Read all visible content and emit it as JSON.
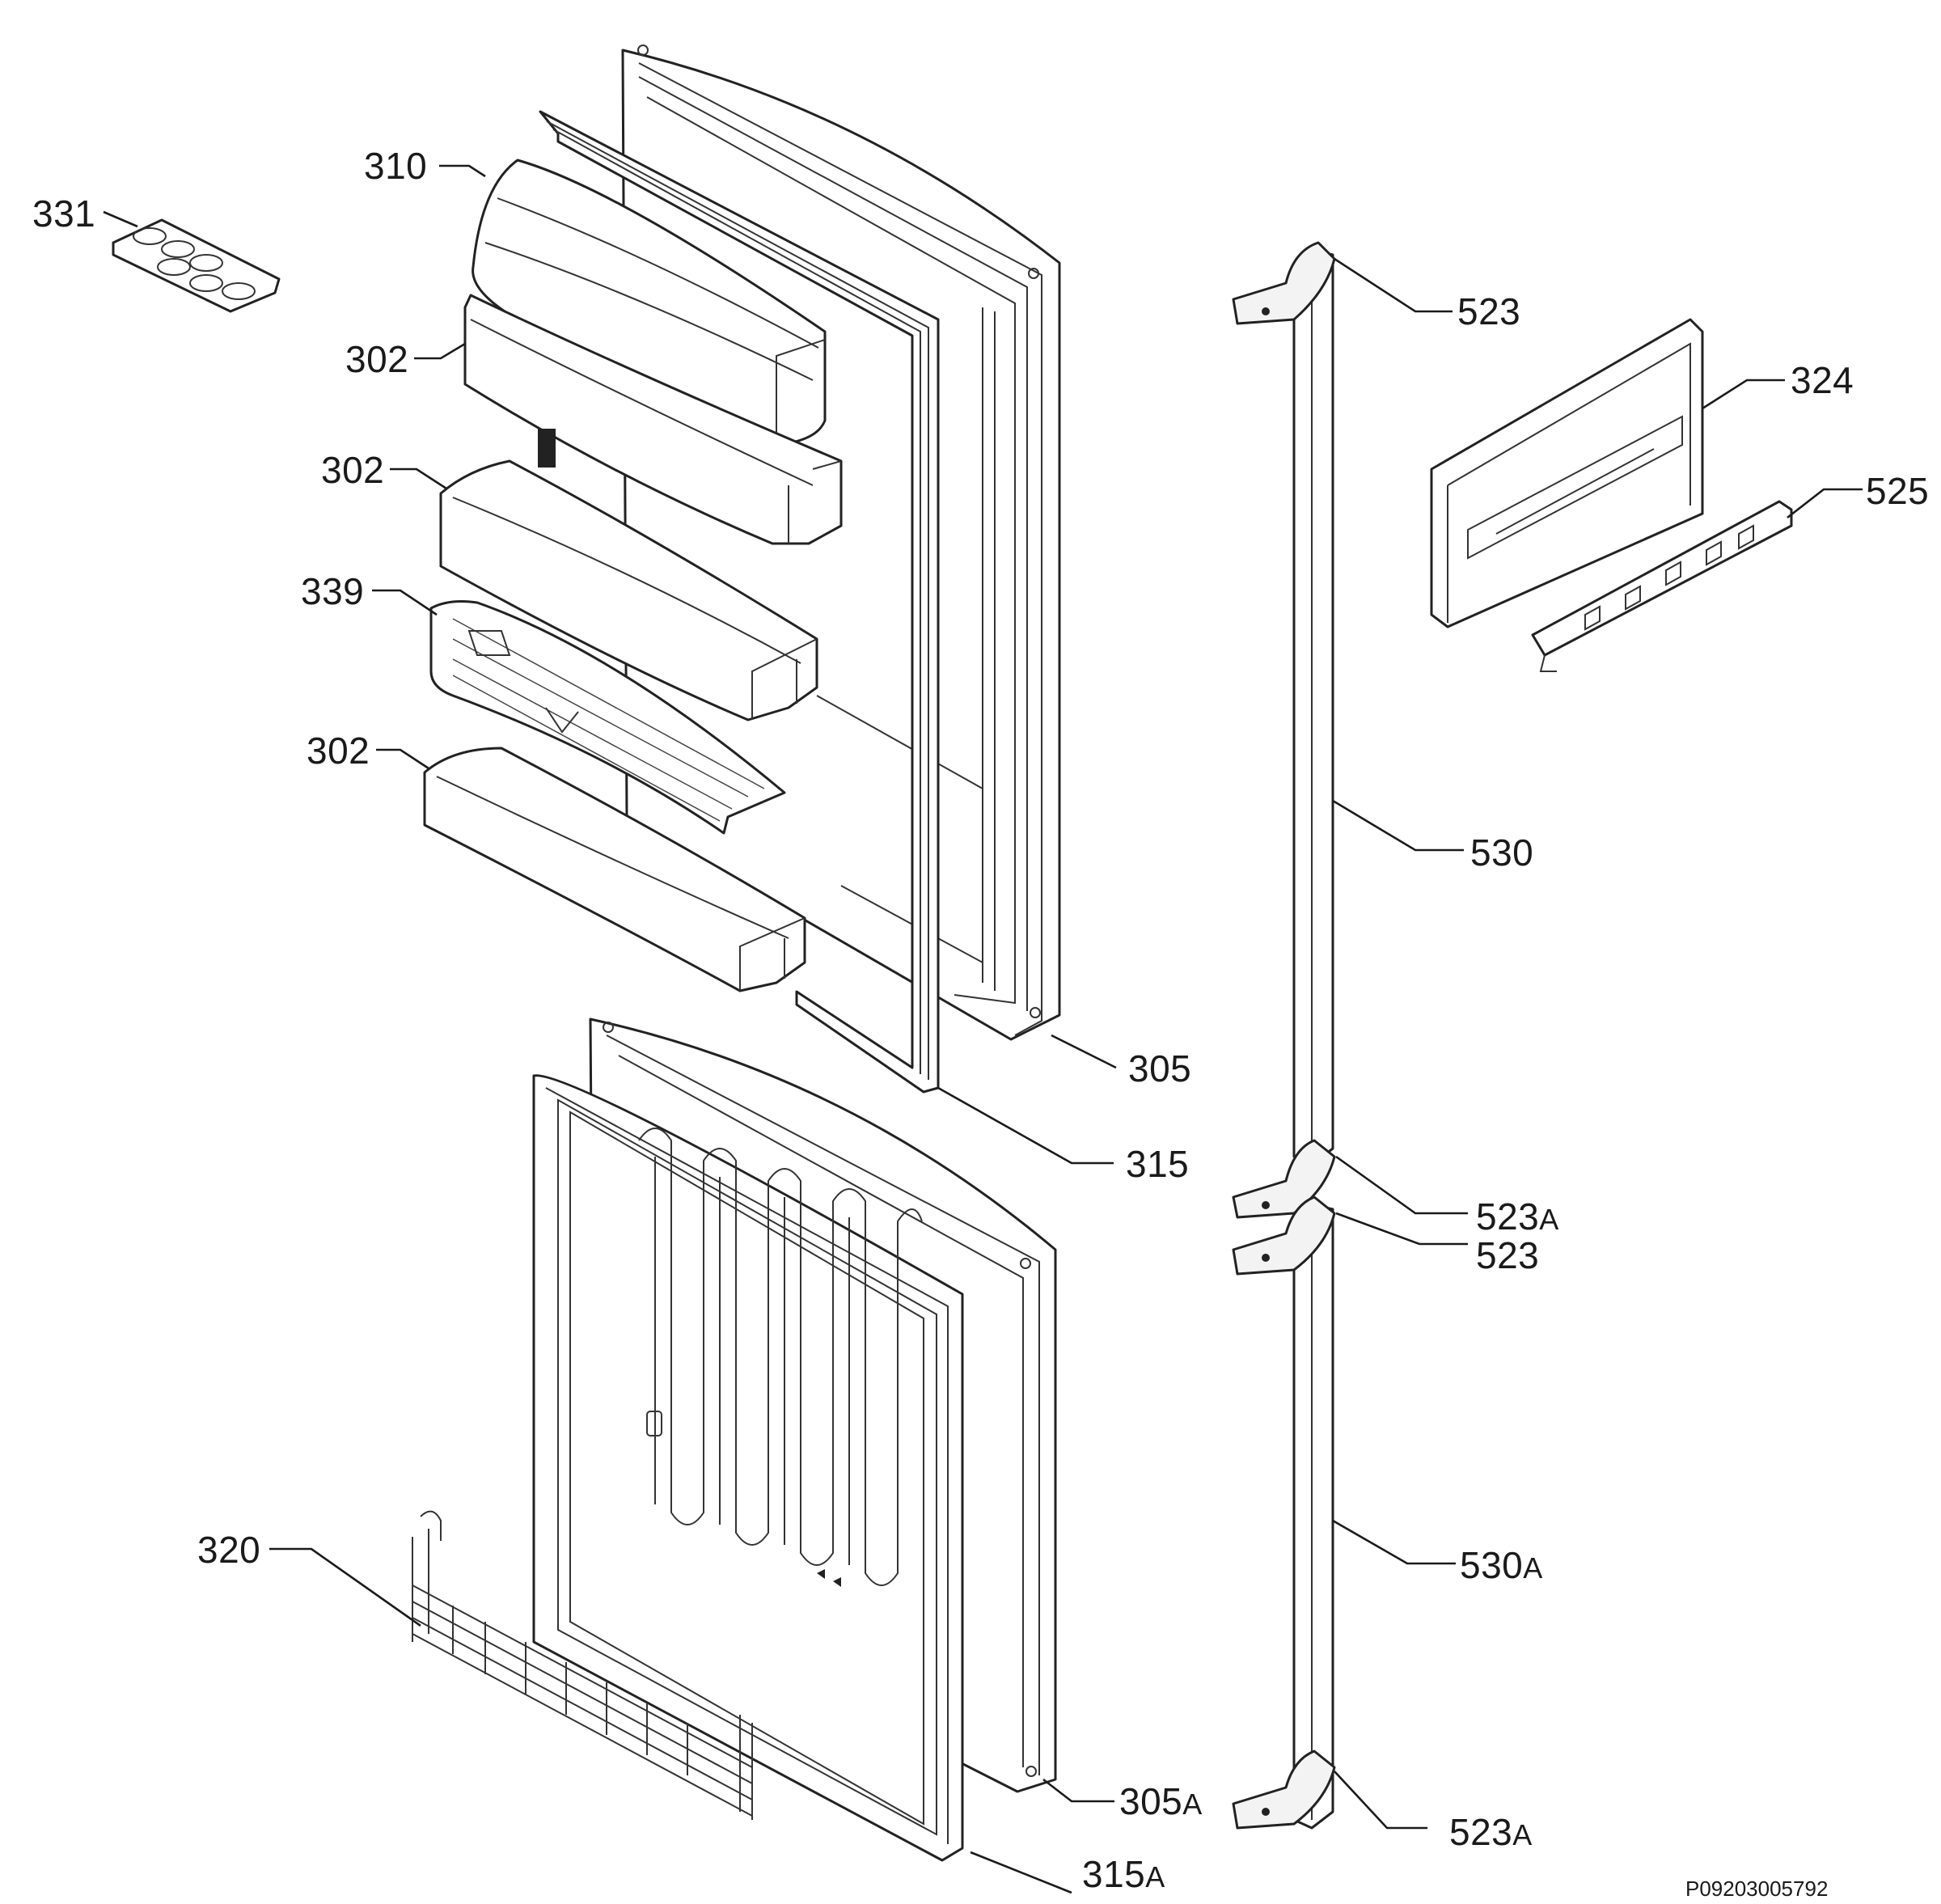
{
  "drawing_id": "P09203005792",
  "callouts": [
    {
      "id": "331",
      "num": "331",
      "suffix": ""
    },
    {
      "id": "310",
      "num": "310",
      "suffix": ""
    },
    {
      "id": "302a",
      "num": "302",
      "suffix": ""
    },
    {
      "id": "302b",
      "num": "302",
      "suffix": ""
    },
    {
      "id": "339",
      "num": "339",
      "suffix": ""
    },
    {
      "id": "302c",
      "num": "302",
      "suffix": ""
    },
    {
      "id": "305",
      "num": "305",
      "suffix": ""
    },
    {
      "id": "315",
      "num": "315",
      "suffix": ""
    },
    {
      "id": "320",
      "num": "320",
      "suffix": ""
    },
    {
      "id": "305a",
      "num": "305",
      "suffix": "A"
    },
    {
      "id": "315a",
      "num": "315",
      "suffix": "A"
    },
    {
      "id": "523a",
      "num": "523",
      "suffix": ""
    },
    {
      "id": "324",
      "num": "324",
      "suffix": ""
    },
    {
      "id": "525",
      "num": "525",
      "suffix": ""
    },
    {
      "id": "530",
      "num": "530",
      "suffix": ""
    },
    {
      "id": "523A1",
      "num": "523",
      "suffix": "A"
    },
    {
      "id": "523b",
      "num": "523",
      "suffix": ""
    },
    {
      "id": "530A",
      "num": "530",
      "suffix": "A"
    },
    {
      "id": "523A2",
      "num": "523",
      "suffix": "A"
    }
  ]
}
